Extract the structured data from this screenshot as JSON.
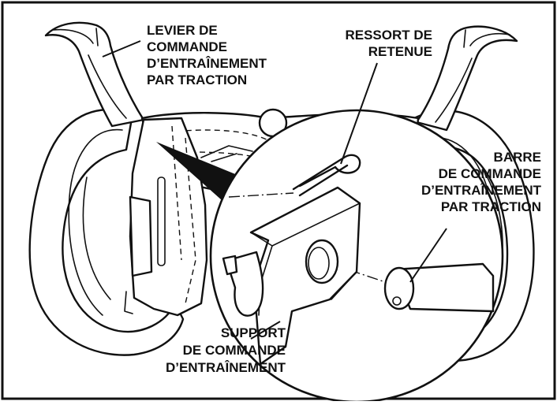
{
  "labels": {
    "lever": [
      "LEVIER DE",
      "COMMANDE",
      "D’ENTRAÎNEMENT",
      "PAR TRACTION"
    ],
    "spring": [
      "RESSORT DE",
      "RETENUE"
    ],
    "bar": [
      "BARRE",
      "DE COMMANDE",
      "D’ENTRAÎNEMENT",
      "PAR TRACTION"
    ],
    "support": [
      "SUPPORT",
      "DE COMMANDE",
      "D’ENTRAÎNEMENT"
    ]
  }
}
